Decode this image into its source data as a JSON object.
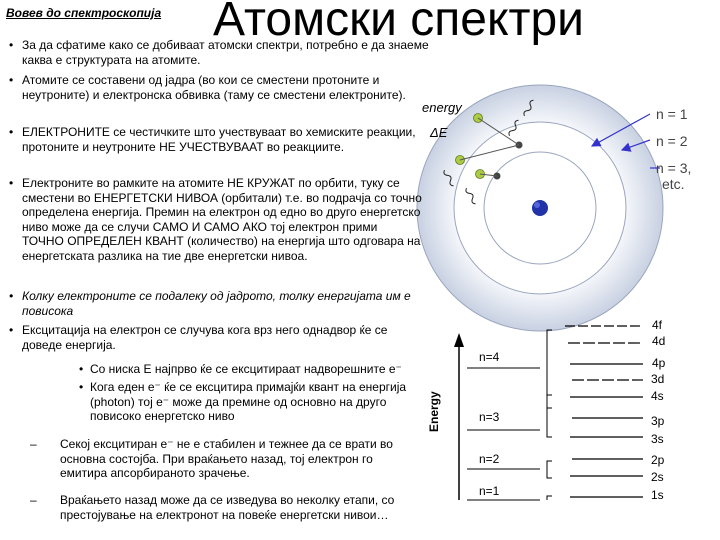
{
  "header": {
    "tag": "Вовев до спектроскопија",
    "title": "Атомски спектри"
  },
  "bullets": {
    "b1": "За да сфатиме како се добиваат атомски спектри, потребно е да знаеме каква е структурата на атомите.",
    "b2": "Атомите се составени од јадра (во кои се сместени протоните и неутроните) и електронска обвивка (таму се сместени електроните).",
    "b3": "ЕЛЕКТРОНИТЕ се честичките што учествуваат во хемиските реакции, протоните и неутроните НЕ УЧЕСТВУВААТ во реакциите.",
    "b4": "Електроните во рамките на атомите НЕ КРУЖАТ по орбити, туку се сместени во ЕНЕРГЕТСКИ НИВОА (орбитали) т.е. во подрачја со точно определена енергија. Премин на електрон од едно во друго енергетско ниво може да се случи САМО И САМО АКО тој електрон прими ТОЧНО ОПРЕДЕЛЕН КВАНТ (количество) на енергија што одговара на енергетската разлика на тие две енергетски нивоа.",
    "b5": "Колку електроните се подалеку од јадрото, толку енергијата им е повисока",
    "b6": "Ексцитација на електрон се случува кога врз него однадвор ќе се доведе енергија.",
    "s1": "Со ниска Е најпрво ќе се ексцитираат надворешните e⁻",
    "s2": "Кога еден e⁻ ќе се ексцитира примајќи квант на енергија (photon) тој e⁻ може да премине од основно на друго повисоко енергетско ниво",
    "d1": "Секој ексцитиран e⁻ не е стабилен и тежнее да се врати во основна состојба. При враќањето назад, тој електрон го емитира апсорбираното зрачење.",
    "d2": "Враќањето назад може да се изведува во неколку етапи, со престојување на електронот на повеќе енергетски нивои…",
    "bullet_char": "•",
    "dash_char": "–"
  },
  "atom": {
    "energy_label": "energy",
    "delta_e": "ΔE",
    "levels": [
      "n = 1",
      "n = 2",
      "n = 3,",
      "etc."
    ],
    "colors": {
      "nucleus": "#2233aa",
      "ring": "#cfd7e6",
      "electron": "#aacc44",
      "arrow": "#3333cc"
    }
  },
  "levels_diagram": {
    "axis_label": "Energy",
    "shells": [
      "n=4",
      "n=3",
      "n=2",
      "n=1"
    ],
    "orbitals": [
      "4f",
      "4d",
      "4p",
      "3d",
      "4s",
      "3p",
      "3s",
      "2p",
      "2s",
      "1s"
    ]
  }
}
